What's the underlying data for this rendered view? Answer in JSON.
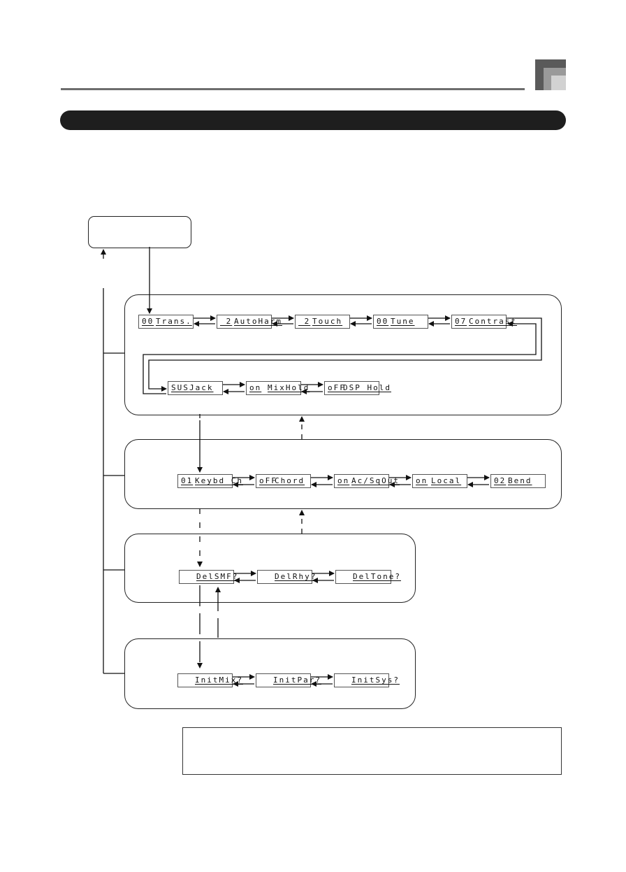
{
  "groups": [
    {
      "id": "group1",
      "displays": [
        {
          "value": "00",
          "name": "Trans."
        },
        {
          "value": " 2",
          "name": "AutoHarm"
        },
        {
          "value": " 2",
          "name": "Touch"
        },
        {
          "value": "00",
          "name": "Tune"
        },
        {
          "value": "07",
          "name": "Contrast"
        },
        {
          "value": "SUS",
          "name": "Jack"
        },
        {
          "value": "on",
          "name": "MixHold"
        },
        {
          "value": "oFF",
          "name": "DSP Hold"
        }
      ]
    },
    {
      "id": "group2",
      "displays": [
        {
          "value": "01",
          "name": "Keybd Ch"
        },
        {
          "value": "oFF",
          "name": "Chord"
        },
        {
          "value": "on",
          "name": "Ac/SqOut"
        },
        {
          "value": "on",
          "name": "Local"
        },
        {
          "value": "02",
          "name": "Bend"
        }
      ]
    },
    {
      "id": "group3",
      "displays": [
        {
          "value": "",
          "name": "DelSMF?"
        },
        {
          "value": "",
          "name": "DelRhy?"
        },
        {
          "value": "",
          "name": "DelTone?"
        }
      ]
    },
    {
      "id": "group4",
      "displays": [
        {
          "value": "",
          "name": "InitMix?"
        },
        {
          "value": "",
          "name": "InitPar?"
        },
        {
          "value": "",
          "name": "InitSys?"
        }
      ]
    }
  ]
}
